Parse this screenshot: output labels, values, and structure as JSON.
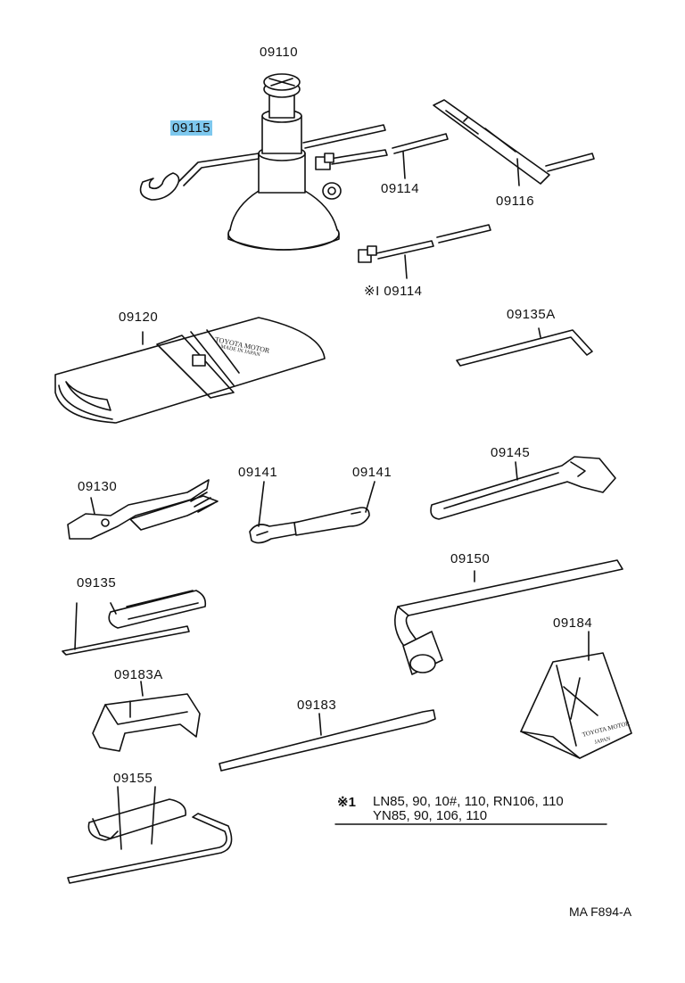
{
  "parts": [
    {
      "id": "09110",
      "label": "09110"
    },
    {
      "id": "09115",
      "label": "09115",
      "highlighted": true
    },
    {
      "id": "09114",
      "label": "09114"
    },
    {
      "id": "09116",
      "label": "09116"
    },
    {
      "id": "09114-alt",
      "label": "※I 09114"
    },
    {
      "id": "09120",
      "label": "09120"
    },
    {
      "id": "09135A",
      "label": "09135A"
    },
    {
      "id": "09130",
      "label": "09130"
    },
    {
      "id": "09141a",
      "label": "09141"
    },
    {
      "id": "09141b",
      "label": "09141"
    },
    {
      "id": "09145",
      "label": "09145"
    },
    {
      "id": "09135",
      "label": "09135"
    },
    {
      "id": "09150",
      "label": "09150"
    },
    {
      "id": "09184",
      "label": "09184"
    },
    {
      "id": "09183A",
      "label": "09183A"
    },
    {
      "id": "09183",
      "label": "09183"
    },
    {
      "id": "09155",
      "label": "09155"
    }
  ],
  "bag_print": {
    "line1": "TOYOTA MOTOR",
    "line2": "MADE IN JAPAN"
  },
  "chock_print": {
    "line1": "TOYOTA MOTOR",
    "line2": "JAPAN"
  },
  "footnote": {
    "marker": "※1",
    "line1": "LN85, 90, 10#, 110, RN106, 110",
    "line2": "YN85, 90, 106, 110"
  },
  "drawing_ref": "MA F894-A",
  "colors": {
    "highlight": "#7ec8ee",
    "ink": "#111111"
  }
}
